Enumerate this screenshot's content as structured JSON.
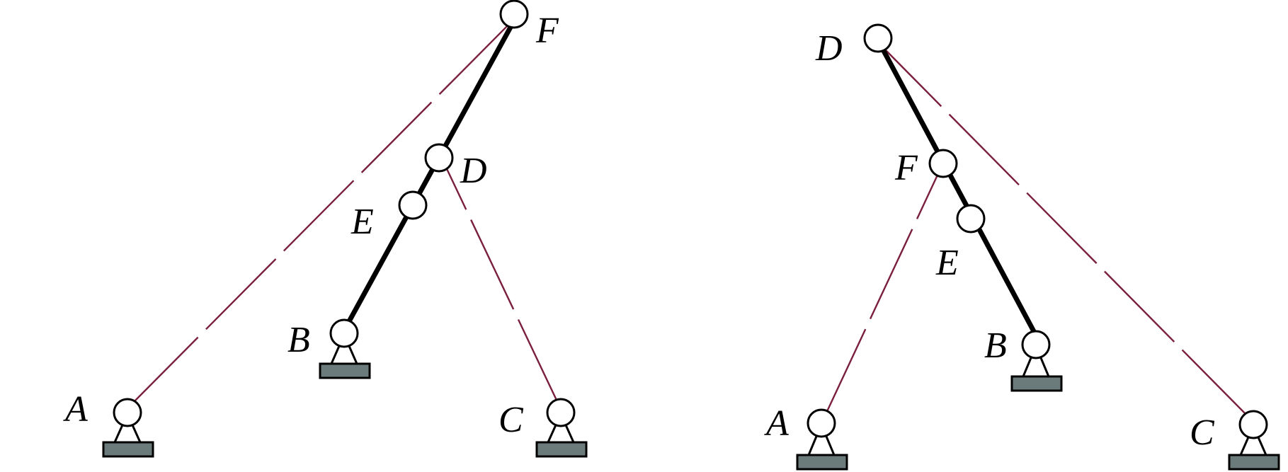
{
  "diagrams": [
    {
      "labels": {
        "A": "A",
        "B": "B",
        "C": "C",
        "D": "D",
        "E": "E",
        "F": "F"
      }
    },
    {
      "labels": {
        "A": "A",
        "B": "B",
        "C": "C",
        "D": "D",
        "E": "E",
        "F": "F"
      }
    }
  ],
  "colors": {
    "dashed_line": "#7a1f3d",
    "bar": "#000000",
    "ground": "#6b7b7b"
  }
}
